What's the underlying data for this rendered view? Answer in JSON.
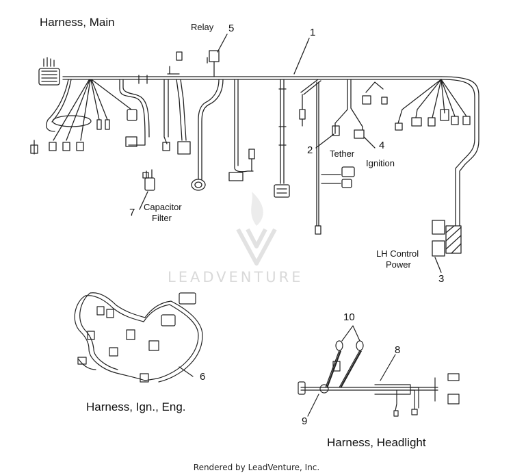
{
  "titles": {
    "main": "Harness, Main",
    "ign_eng": "Harness, Ign., Eng.",
    "headlight": "Harness, Headlight"
  },
  "labels": {
    "relay": "Relay",
    "tether": "Tether",
    "ignition": "Ignition",
    "capacitor_line1": "Capacitor",
    "capacitor_line2": "Filter",
    "lh_control_line1": "LH Control",
    "lh_control_line2": "Power"
  },
  "callouts": [
    "1",
    "2",
    "3",
    "4",
    "5",
    "6",
    "7",
    "8",
    "9",
    "10"
  ],
  "watermark": "LEADVENTURE",
  "footer": "Rendered by LeadVenture, Inc."
}
